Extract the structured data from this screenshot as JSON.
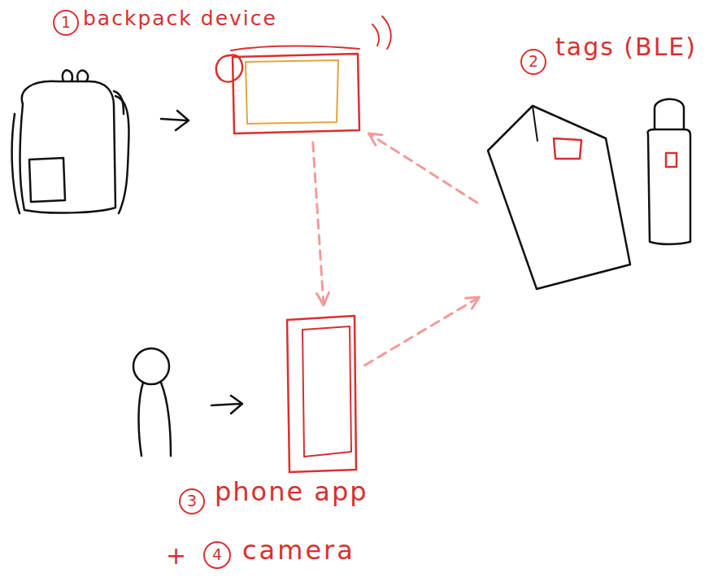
{
  "diagram": {
    "nodes": [
      {
        "text": [
          "1",
          "backpack device"
        ]
      },
      {
        "text": [
          "2",
          "tags (BLE)"
        ]
      },
      {
        "text": [
          "3",
          "phone app",
          "+",
          "4",
          "camera"
        ]
      }
    ],
    "edges": [
      {
        "from": 0,
        "to": 2,
        "arrow": "to"
      },
      {
        "from": 2,
        "to": 1,
        "arrow": "to"
      },
      {
        "from": 1,
        "to": 0,
        "arrow": "to"
      }
    ]
  }
}
